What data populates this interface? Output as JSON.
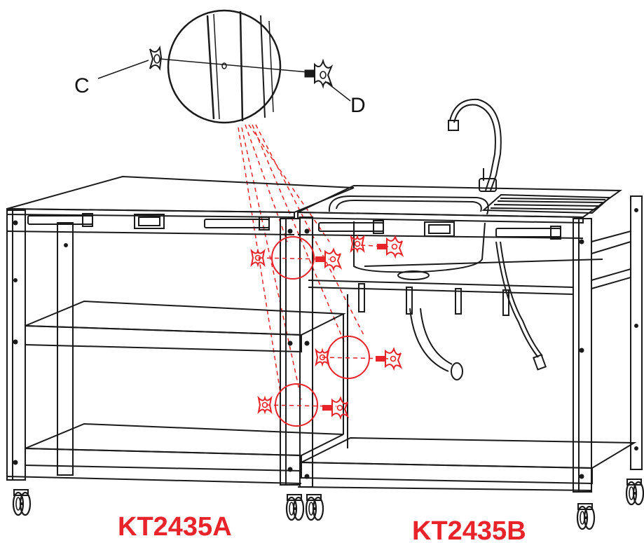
{
  "labels": {
    "part_c": "C",
    "part_d": "D"
  },
  "models": {
    "left": "KT2435A",
    "right": "KT2435B"
  },
  "colors": {
    "line": "#1a1a1a",
    "accent": "#e8232a"
  },
  "icons": [
    "wing-nut-icon",
    "bolt-icon",
    "caster-wheel-icon",
    "faucet-icon",
    "sink-icon"
  ]
}
